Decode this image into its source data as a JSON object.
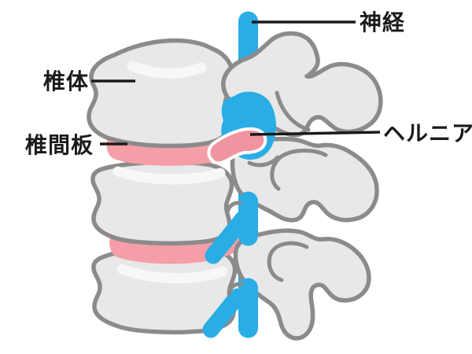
{
  "figure": {
    "labels": {
      "nerve": "神経",
      "vertebral_body": "椎体",
      "disc": "椎間板",
      "hernia": "ヘルニア"
    },
    "colors": {
      "bone_fill": "#e8e8e8",
      "bone_outline": "#8b8b8b",
      "highlight": "#f7f7f7",
      "disc_pink": "#f59ea7",
      "hernia_pink": "#f0949f",
      "nerve_blue": "#2aade4",
      "label_text": "#1a1a1a",
      "leader_line": "#1a1a1a",
      "background": "#ffffff"
    }
  }
}
